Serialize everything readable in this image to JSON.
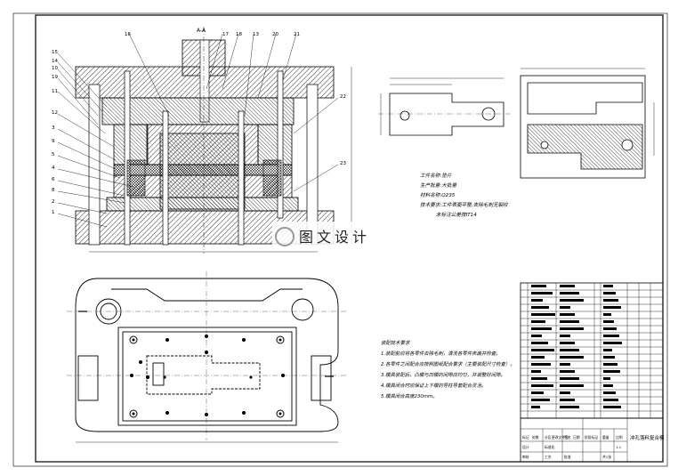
{
  "drawing": {
    "section_label": "A-A",
    "watermark": "图文设计",
    "part_numbers_top": [
      "16",
      "17",
      "18",
      "13",
      "20",
      "21"
    ],
    "part_numbers_left": [
      "15",
      "14",
      "10",
      "19",
      "11",
      "12",
      "3",
      "9",
      "5",
      "4",
      "6",
      "8",
      "2",
      "1"
    ],
    "part_numbers_right": [
      "22",
      "23"
    ]
  },
  "process_info": {
    "lines": [
      "工件名称:垫片",
      "生产批量:大批量",
      "材料名称:Q235",
      "技术要求:工件表面平整,去除毛刺无裂纹",
      "未标注公差按IT14"
    ]
  },
  "tech_notes": {
    "title": "装配技术要求",
    "lines": [
      "1.装配前应将各零件去除毛刺，清洗各零件表面并检查。",
      "2.各零件之间配合应按照图纸配合要求（主要装配尺寸检查）。",
      "3.模具装配后，凸模与凹模的间隙应均匀，并调整好间隙。",
      "4.模具闭合时应保证上下模的导柱导套配合灵活。",
      "5.模具闭合高度230mm。"
    ]
  },
  "title_block": {
    "title": "冲孔落料复合模",
    "scale": "1:1",
    "sheet": "共1张",
    "labels": [
      "标记",
      "处数",
      "分区",
      "更改文件号",
      "签名",
      "日期",
      "设计",
      "标准化",
      "阶段标记",
      "重量",
      "比例",
      "审核",
      "工艺",
      "批准"
    ]
  },
  "colors": {
    "line": "#000000",
    "hatch": "#000000",
    "paper": "#ffffff"
  }
}
